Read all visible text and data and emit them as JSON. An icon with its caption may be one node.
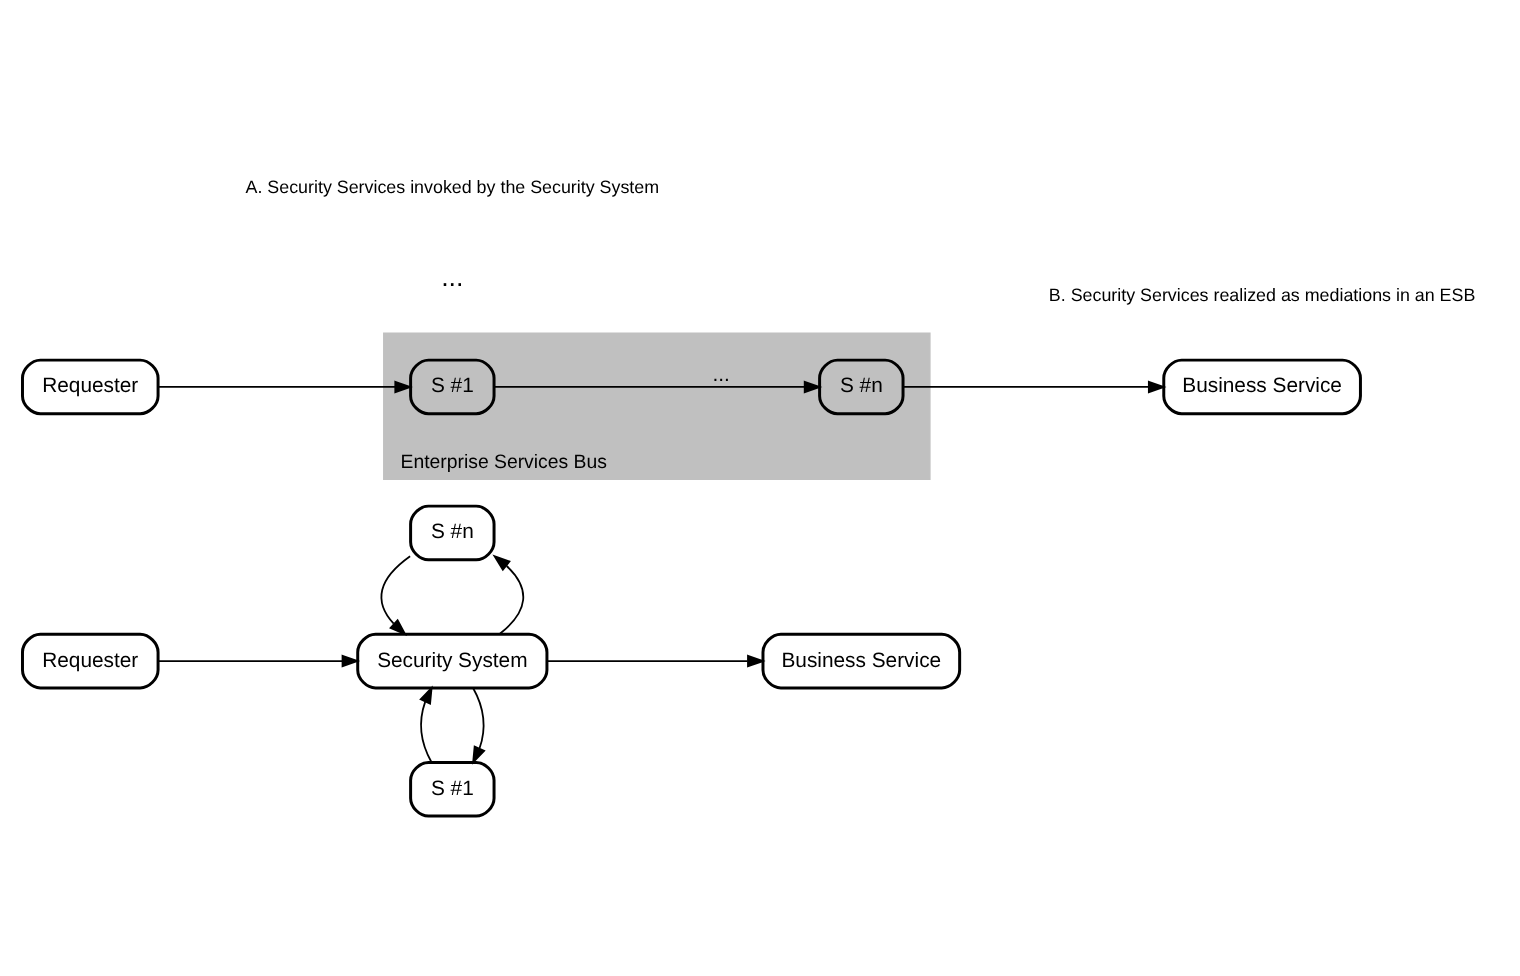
{
  "diagram": {
    "nodes": [
      {
        "text": [
          "Requester"
        ]
      },
      {
        "text": [
          "Security System"
        ]
      },
      {
        "text": [
          "S #1"
        ]
      },
      {
        "text": [
          "S #n"
        ]
      },
      {
        "text": [
          "Business Service"
        ]
      },
      {
        "text": [
          "Enterprise Services Bus"
        ]
      },
      {
        "text": [
          "Requester"
        ]
      },
      {
        "text": [
          "S #1"
        ],
        "in": 5
      },
      {
        "text": [
          "S #n"
        ],
        "in": 5
      },
      {
        "text": [
          "Business Service"
        ]
      }
    ],
    "edges": [
      {
        "from": 0,
        "to": 1,
        "arrow": "to"
      },
      {
        "from": 1,
        "to": 2,
        "arrow": "to"
      },
      {
        "from": 2,
        "to": 1,
        "arrow": "to"
      },
      {
        "from": 1,
        "to": 3,
        "arrow": "to"
      },
      {
        "from": 3,
        "to": 1,
        "arrow": "to"
      },
      {
        "from": 1,
        "to": 4,
        "arrow": "to"
      },
      {
        "from": 6,
        "to": 7,
        "arrow": "to"
      },
      {
        "from": 7,
        "to": 8,
        "label": "...",
        "arrow": "to"
      },
      {
        "from": 8,
        "to": 9,
        "arrow": "to"
      }
    ],
    "labels": [
      "...",
      "A. Security Services invoked by the Security System",
      "B. Security Services realized as mediations in an ESB"
    ]
  }
}
